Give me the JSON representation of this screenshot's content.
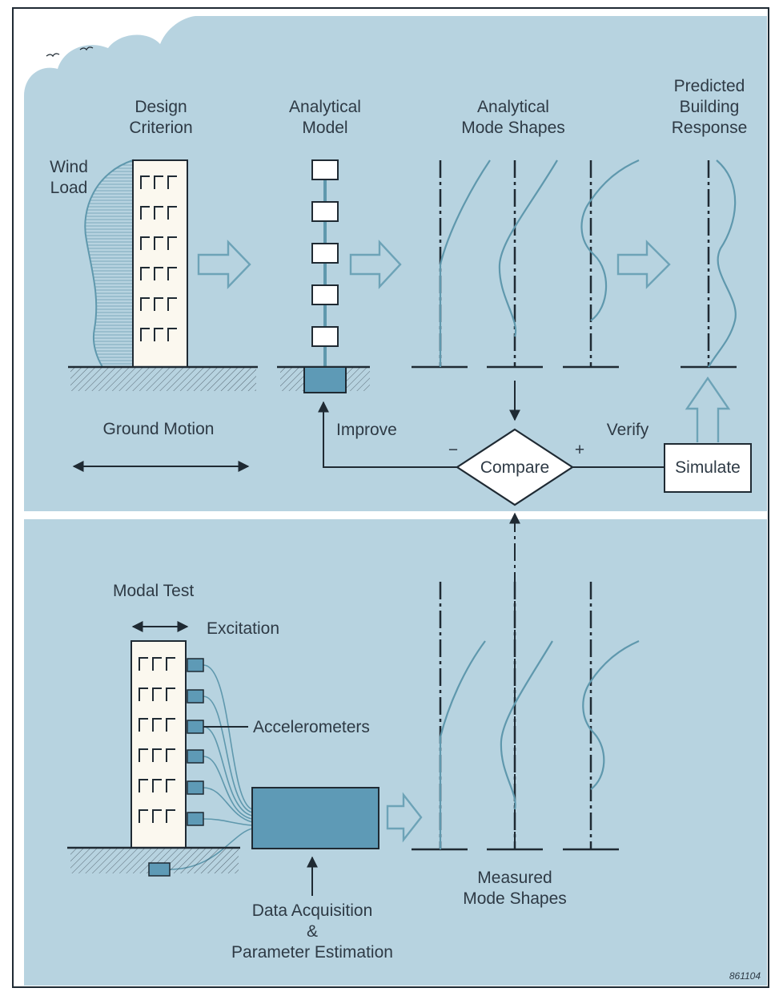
{
  "top": {
    "design_criterion": [
      "Design",
      "Criterion"
    ],
    "analytical_model": [
      "Analytical",
      "Model"
    ],
    "analytical_mode_shapes": [
      "Analytical",
      "Mode Shapes"
    ],
    "predicted_response": [
      "Predicted",
      "Building",
      "Response"
    ],
    "wind_load": [
      "Wind",
      "Load"
    ],
    "ground_motion": "Ground Motion",
    "improve": "Improve",
    "verify": "Verify",
    "compare": "Compare",
    "minus": "−",
    "plus": "+",
    "simulate": "Simulate"
  },
  "bottom": {
    "modal_test": "Modal Test",
    "excitation": "Excitation",
    "accelerometers": "Accelerometers",
    "measured_mode_shapes": [
      "Measured",
      "Mode Shapes"
    ],
    "data_acquisition": [
      "Data Acquisition",
      "&",
      "Parameter Estimation"
    ]
  },
  "figure_id": "861104",
  "colors": {
    "panel": "#b7d3e0",
    "ink": "#1f2a33",
    "curve": "#5f98ad",
    "box_fill": "#5e9ab6",
    "building": "#fbf8ef"
  }
}
